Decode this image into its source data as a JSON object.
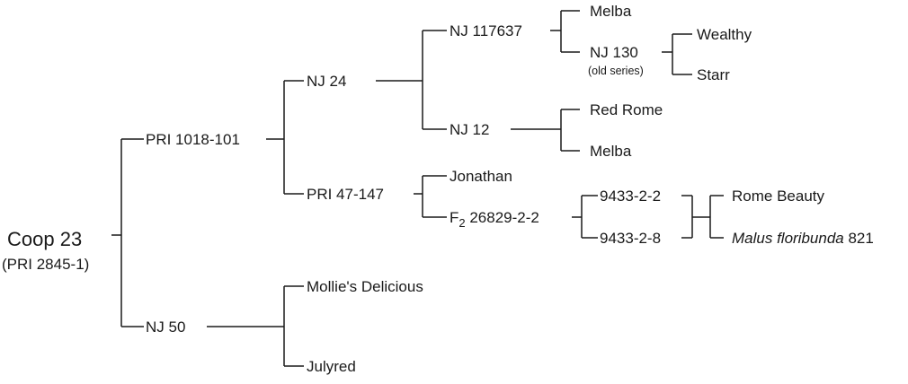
{
  "pedigree": {
    "root": {
      "name": "Coop 23",
      "alias": "(PRI 2845-1)"
    },
    "nodes": {
      "pri1018": "PRI 1018-101",
      "nj50": "NJ 50",
      "nj24": "NJ 24",
      "pri47": "PRI 47-147",
      "nj117637": "NJ 117637",
      "nj12": "NJ 12",
      "melba_a": "Melba",
      "nj130": "NJ 130",
      "nj130_note": "(old series)",
      "wealthy": "Wealthy",
      "starr": "Starr",
      "red_rome": "Red Rome",
      "melba_b": "Melba",
      "jonathan": "Jonathan",
      "f2_prefix": "F",
      "f2_sub": "2",
      "f2_id": " 26829-2-2",
      "p9433_2_2": "9433-2-2",
      "p9433_2_8": "9433-2-8",
      "rome_beauty": "Rome Beauty",
      "malus_species": "Malus floribunda",
      "malus_number": " 821",
      "mollies": "Mollie's Delicious",
      "julyred": "Julyred"
    }
  }
}
